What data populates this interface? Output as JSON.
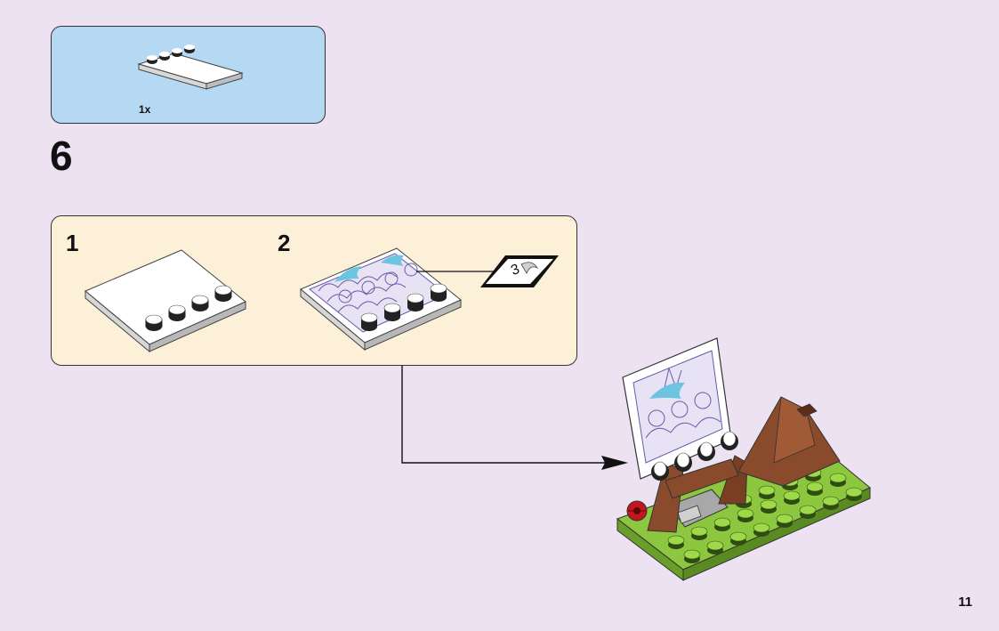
{
  "parts_callout": {
    "quantity": "1x"
  },
  "step": {
    "number": "6"
  },
  "substeps": [
    {
      "label": "1"
    },
    {
      "label": "2"
    }
  ],
  "sticker": {
    "number": "3"
  },
  "page": {
    "number": "11"
  },
  "colors": {
    "background": "#ece2f2",
    "parts_box": "#b5d9f2",
    "substep_box": "#fdf0d8",
    "baseplate_green": "#8dc63f",
    "brick_brown": "#8a4a2c"
  }
}
